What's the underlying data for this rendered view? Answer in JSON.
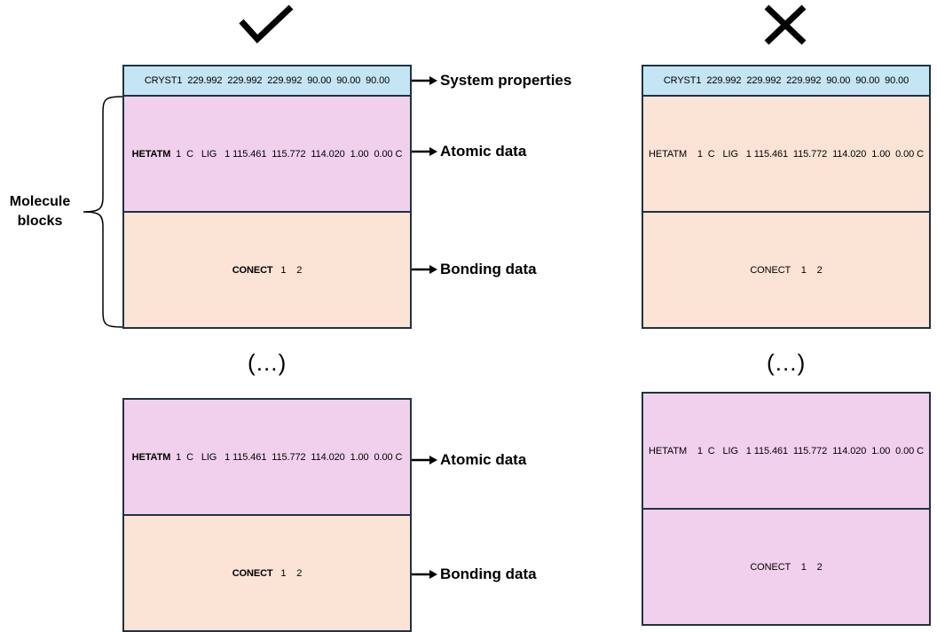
{
  "left": {
    "cryst": "CRYST1  229.992  229.992  229.992  90.00  90.00  90.00",
    "hetatm_kw": "HETATM",
    "hetatm_rest": "  1  C   LIG   1 115.461  115.772  114.020  1.00  0.00 C",
    "conect_kw": "CONECT",
    "conect_rest": "   1    2",
    "hetatm2_kw": "HETATM",
    "hetatm2_rest": "  1  C   LIG   1 115.461  115.772  114.020  1.00  0.00 C",
    "conect2_kw": "CONECT",
    "conect2_rest": "   1    2",
    "ellipsis": "(…)"
  },
  "right": {
    "cryst": "CRYST1  229.992  229.992  229.992  90.00  90.00  90.00",
    "hetatm": "HETATM    1  C   LIG   1 115.461  115.772  114.020  1.00  0.00 C",
    "conect": "CONECT    1    2",
    "hetatm2": "HETATM    1  C   LIG   1 115.461  115.772  114.020  1.00  0.00 C",
    "conect2": "CONECT    1    2",
    "ellipsis": "(…)"
  },
  "labels": {
    "system_properties": "System properties",
    "atomic_data": "Atomic data",
    "bonding_data": "Bonding data",
    "atomic_data_2": "Atomic data",
    "bonding_data_2": "Bonding data",
    "molecule_blocks": "Molecule blocks"
  },
  "icons": {
    "correct": "check-mark-icon",
    "incorrect": "cross-mark-icon"
  },
  "colors": {
    "system_block": "#c3e5f4",
    "atomic_block_pink": "#f1d0ee",
    "bonding_block_peach": "#fbe3d6",
    "border": "#1f3340"
  }
}
